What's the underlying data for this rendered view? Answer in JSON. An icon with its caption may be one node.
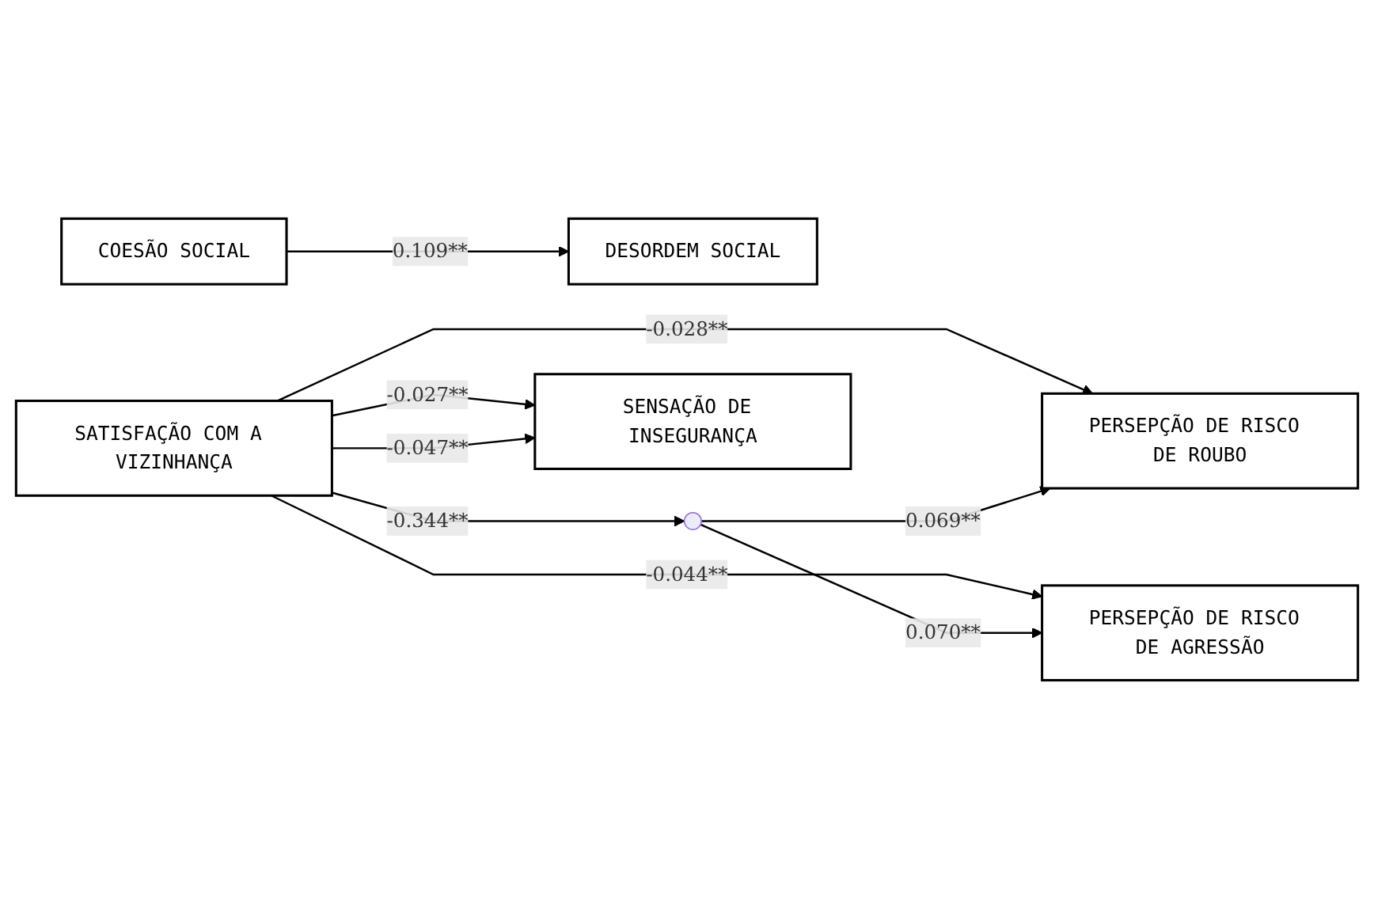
{
  "diagram": {
    "nodes": [
      {
        "text": [
          "DESORDEM SOCIAL"
        ]
      },
      {
        "text": [],
        "shape": "point"
      },
      {
        "text": [
          "SENSAÇÃO DE INSEGURANÇA"
        ]
      },
      {
        "text": [
          "COESÃO SOCIAL"
        ]
      },
      {
        "text": [
          "PERSEPÇÃO DE RISCO DE ROUBO"
        ]
      },
      {
        "text": [
          "SATISFAÇÃO COM A VIZINHANÇA"
        ]
      },
      {
        "text": [
          "PERSEPÇÃO DE RISCO DE AGRESSÃO"
        ]
      }
    ],
    "edges": [
      {
        "from": 3,
        "to": 0,
        "arrow": "to",
        "label": "0.109**"
      },
      {
        "from": 5,
        "to": 1,
        "arrow": "to",
        "label": "-0.344**"
      },
      {
        "from": 5,
        "to": 2,
        "arrow": "to",
        "label": "-0.027**"
      },
      {
        "from": 5,
        "to": 2,
        "arrow": "to",
        "label": "-0.047**"
      },
      {
        "from": 5,
        "to": 4,
        "arrow": "to",
        "label": "-0.028**"
      },
      {
        "from": 5,
        "to": 6,
        "arrow": "to",
        "label": "-0.044**"
      },
      {
        "from": 1,
        "to": 4,
        "arrow": "to",
        "label": "0.069**"
      },
      {
        "from": 1,
        "to": 6,
        "arrow": "to",
        "label": "0.070**"
      }
    ]
  }
}
